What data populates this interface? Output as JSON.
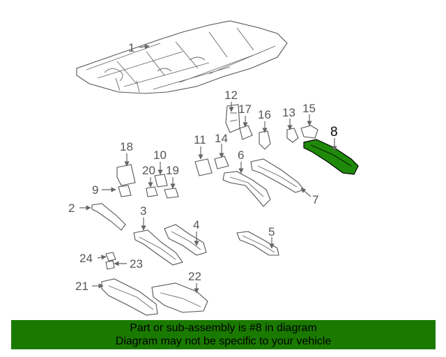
{
  "diagram": {
    "callouts": [
      {
        "id": "1",
        "label": "1"
      },
      {
        "id": "2",
        "label": "2"
      },
      {
        "id": "3",
        "label": "3"
      },
      {
        "id": "4",
        "label": "4"
      },
      {
        "id": "5",
        "label": "5"
      },
      {
        "id": "6",
        "label": "6"
      },
      {
        "id": "7",
        "label": "7"
      },
      {
        "id": "8",
        "label": "8"
      },
      {
        "id": "9",
        "label": "9"
      },
      {
        "id": "10",
        "label": "10"
      },
      {
        "id": "11",
        "label": "11"
      },
      {
        "id": "12",
        "label": "12"
      },
      {
        "id": "13",
        "label": "13"
      },
      {
        "id": "14",
        "label": "14"
      },
      {
        "id": "15",
        "label": "15"
      },
      {
        "id": "16",
        "label": "16"
      },
      {
        "id": "17",
        "label": "17"
      },
      {
        "id": "18",
        "label": "18"
      },
      {
        "id": "19",
        "label": "19"
      },
      {
        "id": "20",
        "label": "20"
      },
      {
        "id": "21",
        "label": "21"
      },
      {
        "id": "22",
        "label": "22"
      },
      {
        "id": "23",
        "label": "23"
      },
      {
        "id": "24",
        "label": "24"
      }
    ],
    "highlighted_part": "8"
  },
  "banner": {
    "line1": "Part or sub-assembly is #8 in diagram",
    "line2": "Diagram may not be specific to your vehicle",
    "background_color": "#1a7a00",
    "highlight_color": "#1f8a0a"
  }
}
